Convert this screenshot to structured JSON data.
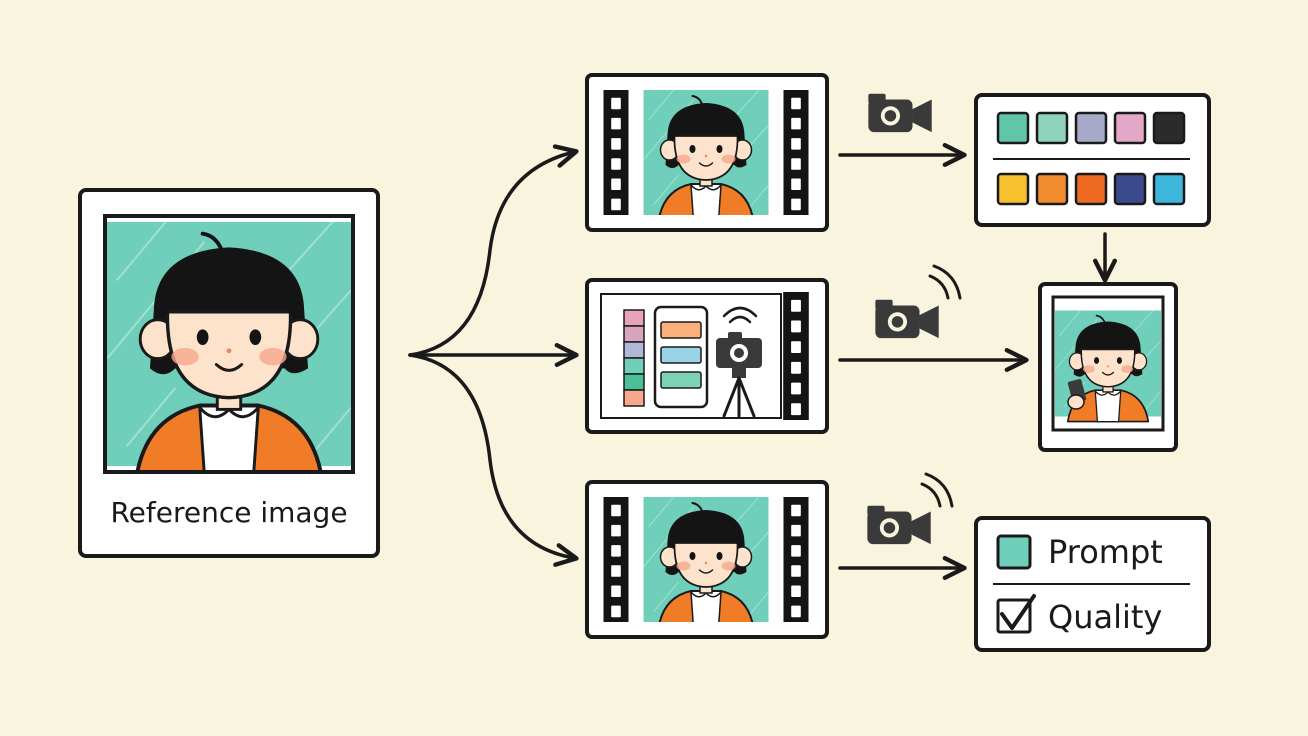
{
  "reference": {
    "caption": "Reference image"
  },
  "legend": {
    "prompt_label": "Prompt",
    "quality_label": "Quality"
  },
  "palette": {
    "row1": [
      "#5fc6a8",
      "#8fd3bf",
      "#a7a9c9",
      "#e3a8c8",
      "#2b2b2b"
    ],
    "row2": [
      "#f6c12d",
      "#f28a2e",
      "#ee6a22",
      "#3a4a8c",
      "#3fb7dd"
    ]
  },
  "colors": {
    "background": "#f8f4de",
    "teal": "#6fcfba",
    "orange": "#f07c28",
    "ink": "#1a1a1a",
    "skin": "#fde3cc",
    "blush": "#f6a78c",
    "hair": "#141414"
  },
  "icons": [
    "video-camera-icon",
    "film-strip-icon",
    "tripod-camera-icon",
    "phone-mockup-icon",
    "checkbox-checked-icon"
  ]
}
